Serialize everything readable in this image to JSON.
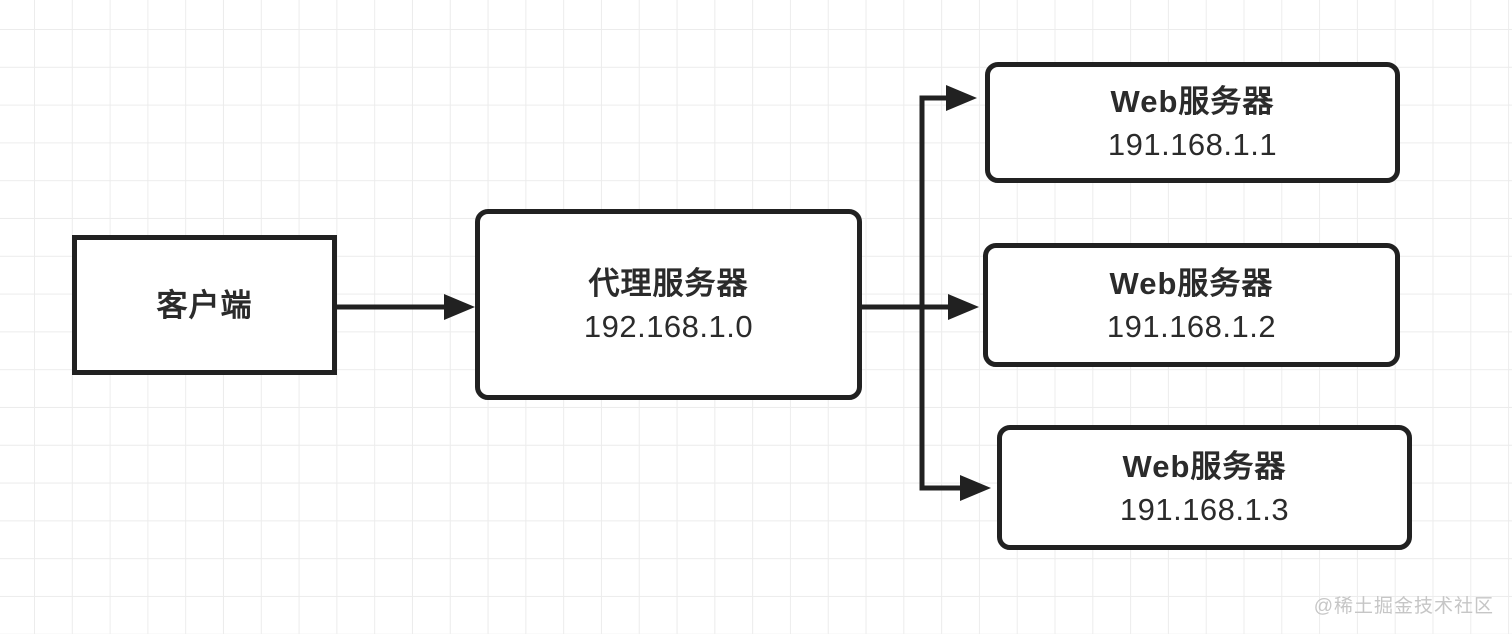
{
  "diagram": {
    "title": "reverse-proxy-load-balancing-topology",
    "client": {
      "label": "客户端"
    },
    "proxy": {
      "label": "代理服务器",
      "ip": "192.168.1.0"
    },
    "web_servers": [
      {
        "label": "Web服务器",
        "ip": "191.168.1.1"
      },
      {
        "label": "Web服务器",
        "ip": "191.168.1.2"
      },
      {
        "label": "Web服务器",
        "ip": "191.168.1.3"
      }
    ],
    "edges": [
      {
        "from": "client",
        "to": "proxy"
      },
      {
        "from": "proxy",
        "to": "web_server_1"
      },
      {
        "from": "proxy",
        "to": "web_server_2"
      },
      {
        "from": "proxy",
        "to": "web_server_3"
      }
    ]
  },
  "colors": {
    "stroke": "#212121",
    "node_border": "#212121",
    "node_background": "#ffffff",
    "text": "#2b2b2b",
    "grid_line": "#ececec",
    "background": "#ffffff",
    "watermark": "#c6c6c6"
  },
  "watermark": {
    "text": "@稀土掘金技术社区"
  }
}
